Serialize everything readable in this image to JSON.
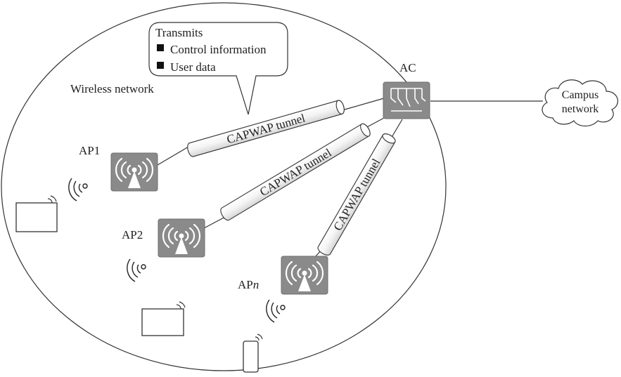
{
  "diagram": {
    "region_label": "Wireless network",
    "callout": {
      "title": "Transmits",
      "items": [
        "Control information",
        "User data"
      ]
    },
    "controller": {
      "label": "AC",
      "icon": "access-controller-icon"
    },
    "cloud": {
      "line1": "Campus",
      "line2": "network",
      "icon": "cloud-icon"
    },
    "access_points": [
      {
        "prefix": "AP",
        "suffix": "1",
        "suffix_italic": false,
        "icon": "wireless-ap-icon"
      },
      {
        "prefix": "AP",
        "suffix": "2",
        "suffix_italic": false,
        "icon": "wireless-ap-icon"
      },
      {
        "prefix": "AP",
        "suffix": "n",
        "suffix_italic": true,
        "icon": "wireless-ap-icon"
      }
    ],
    "tunnels": [
      "CAPWAP tunnel",
      "CAPWAP tunnel",
      "CAPWAP tunnel"
    ],
    "clients": [
      "laptop-icon",
      "laptop-icon",
      "phone-icon"
    ],
    "colors": {
      "device_fill": "#8a8a8a",
      "tunnel_fill": "#f2f2f2",
      "stroke": "#333333"
    }
  }
}
